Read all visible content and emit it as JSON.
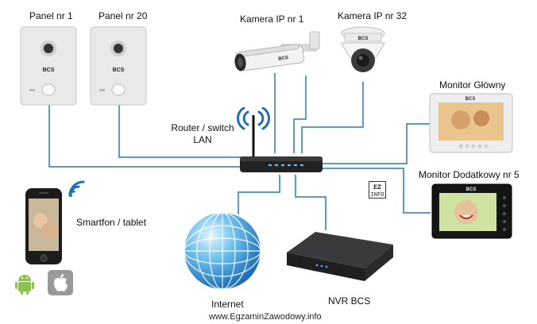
{
  "labels": {
    "panel1": "Panel  nr 1",
    "panel20": "Panel nr 20",
    "camera1": "Kamera IP nr 1",
    "camera32": "Kamera IP nr 32",
    "router_line1": "Router / switch",
    "router_line2": "LAN",
    "monitor_main": "Monitor Główny",
    "monitor_extra": "Monitor Dodatkowy nr 5",
    "smartphone": "Smartfon / tablet",
    "internet": "Internet",
    "nvr": "NVR BCS",
    "watermark": "www.EgzaminZawodowy.info",
    "logo_ez": "EZ",
    "logo_info": "INFO",
    "brand": "BCS"
  },
  "colors": {
    "wire": "#5d9ec0",
    "wifi": "#1f6fb5",
    "nvr_body": "#2c2c2e",
    "monitor_frame": "#eeeeee",
    "panel_body": "#e9e9e9"
  }
}
